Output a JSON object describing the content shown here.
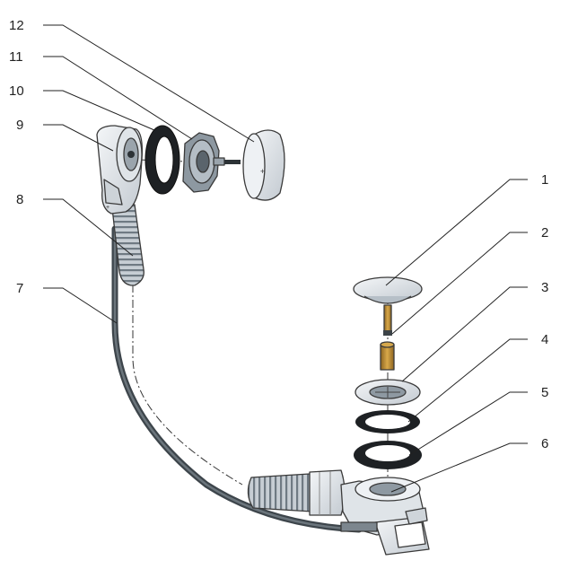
{
  "callouts": [
    {
      "id": "1",
      "label": "1"
    },
    {
      "id": "2",
      "label": "2"
    },
    {
      "id": "3",
      "label": "3"
    },
    {
      "id": "4",
      "label": "4"
    },
    {
      "id": "5",
      "label": "5"
    },
    {
      "id": "6",
      "label": "6"
    },
    {
      "id": "7",
      "label": "7"
    },
    {
      "id": "8",
      "label": "8"
    },
    {
      "id": "9",
      "label": "9"
    },
    {
      "id": "10",
      "label": "10"
    },
    {
      "id": "11",
      "label": "11"
    },
    {
      "id": "12",
      "label": "12"
    }
  ],
  "colors": {
    "line": "#222222",
    "outline": "#3a3a3a",
    "metal_light": "#e7ebef",
    "metal_mid": "#b9c2ca",
    "metal_dark": "#7d8892",
    "rubber": "#1d1f22",
    "hose": "#4a5359",
    "brass": "#b8862e"
  }
}
